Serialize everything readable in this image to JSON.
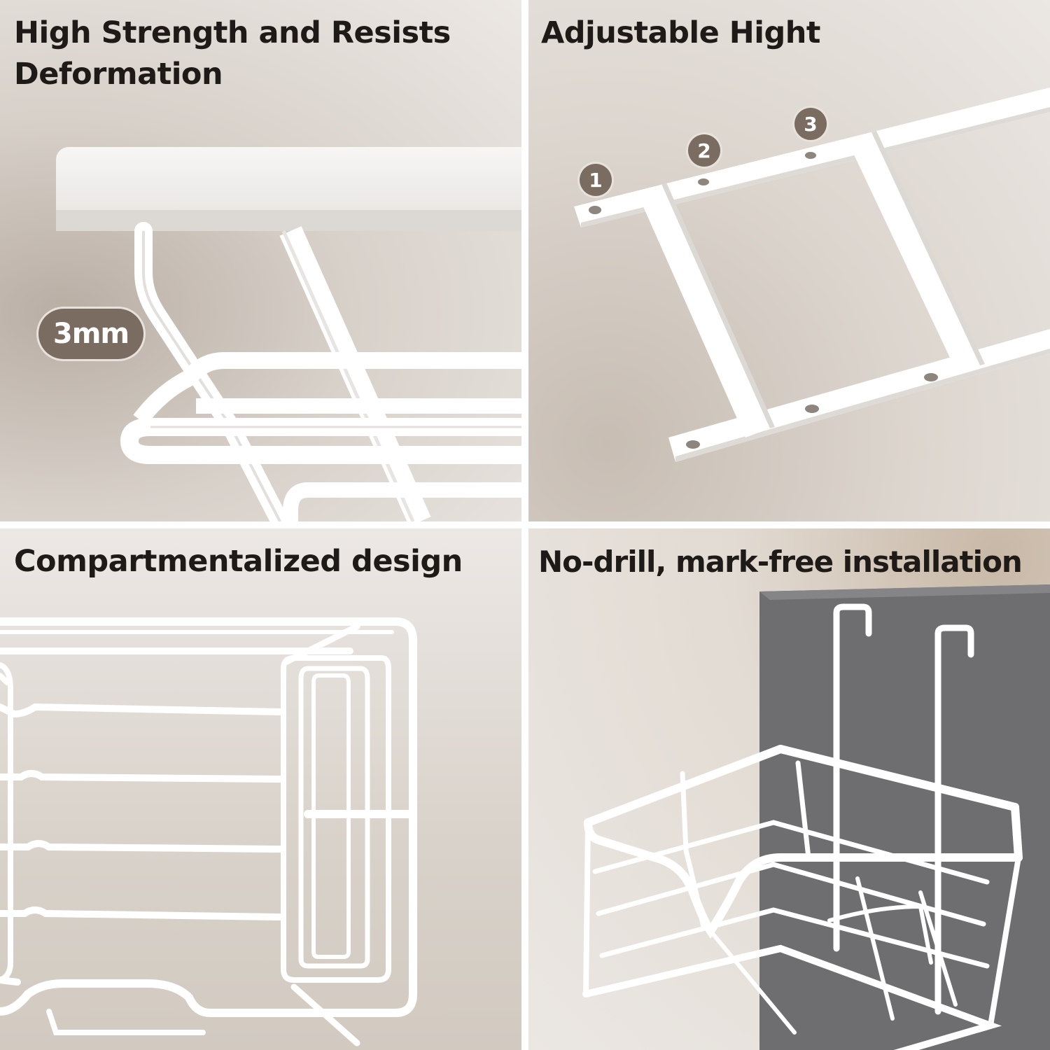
{
  "panels": {
    "top_left": {
      "title": "High Strength and Resists\nDeformation",
      "badge": "3mm"
    },
    "top_right": {
      "title": "Adjustable Hight",
      "markers": [
        "1",
        "2",
        "3"
      ]
    },
    "bottom_left": {
      "title": "Compartmentalized design"
    },
    "bottom_right": {
      "title": "No-drill, mark-free installation"
    }
  },
  "colors": {
    "badge": "#7b6c62",
    "metal": "#ffffff",
    "door": "#6e6e70"
  }
}
